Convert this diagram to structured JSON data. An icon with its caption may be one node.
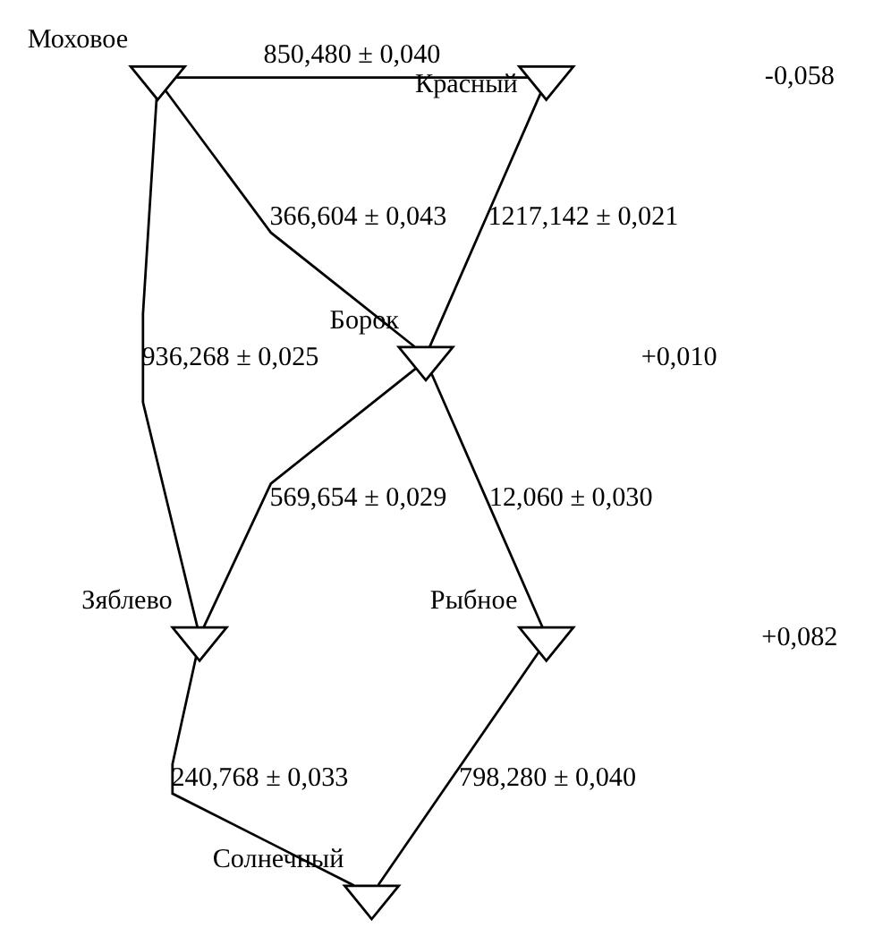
{
  "diagram": {
    "nodes": [
      {
        "text": [
          "Моховое"
        ]
      },
      {
        "text": [
          "Красный"
        ]
      },
      {
        "text": [
          "Борок"
        ]
      },
      {
        "text": [
          "Зяблево"
        ]
      },
      {
        "text": [
          "Рыбное"
        ]
      },
      {
        "text": [
          "Солнечный"
        ]
      }
    ],
    "edges": [
      {
        "from": 0,
        "to": 1,
        "arrow": "none",
        "label": "850,480 ± 0,040"
      },
      {
        "from": 1,
        "to": 2,
        "arrow": "none",
        "label": "1217,142 ± 0,021"
      },
      {
        "from": 0,
        "to": 2,
        "arrow": "none",
        "label": "366,604 ± 0,043"
      },
      {
        "from": 0,
        "to": 3,
        "arrow": "none",
        "label": "936,268 ± 0,025"
      },
      {
        "from": 3,
        "to": 2,
        "arrow": "none",
        "label": "569,654 ± 0,029"
      },
      {
        "from": 2,
        "to": 4,
        "arrow": "none",
        "label": "12,060 ± 0,030"
      },
      {
        "from": 3,
        "to": 5,
        "arrow": "none",
        "label": "240,768 ± 0,033"
      },
      {
        "from": 5,
        "to": 4,
        "arrow": "none",
        "label": "798,280 ± 0,040"
      }
    ],
    "labels": [
      "-0,058",
      "+0,010",
      "+0,082"
    ]
  }
}
